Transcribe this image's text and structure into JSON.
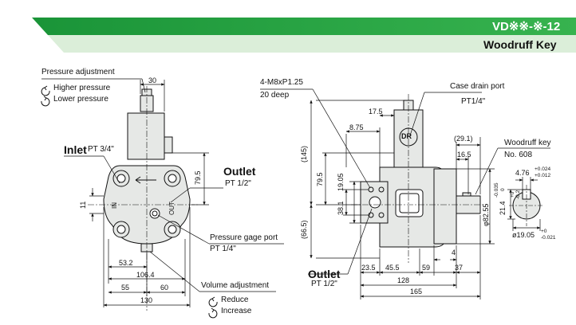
{
  "header": {
    "model_code": "VD※※-※-12",
    "subtitle": "Woodruff Key",
    "accent_color": "#1d9a3c",
    "band_color": "#d9ead3"
  },
  "left_view": {
    "pressure_adjustment": {
      "title": "Pressure adjustment",
      "cw_label": "Higher pressure",
      "ccw_label": "Lower pressure",
      "cw_icon": "clockwise-arrow-icon",
      "ccw_icon": "counterclockwise-arrow-icon"
    },
    "inlet_label": "Inlet",
    "inlet_size": "PT 3/4\"",
    "outlet_label": "Outlet",
    "outlet_size": "PT 1/2\"",
    "in_mark": "IN",
    "out_mark": "OUT",
    "gage_port_label": "Pressure gage port",
    "gage_port_size": "PT 1/4\"",
    "volume_adjustment": {
      "title": "Volume adjustment",
      "cw_label": "Reduce",
      "ccw_label": "Increase"
    },
    "dims": {
      "top_width": "30",
      "outlet_height": "79.5",
      "inlet_height": "11",
      "d_53_2": "53.2",
      "d_106_4": "106.4",
      "d_55": "55",
      "d_60": "60",
      "d_130": "130"
    }
  },
  "right_view": {
    "tap_callout": "4-M8xP1.25",
    "tap_depth": "20 deep",
    "drain_label": "Case drain port",
    "drain_size": "PT1/4\"",
    "dr_mark": "DR",
    "outlet_label": "Outlet",
    "outlet_size": "PT 1/2\"",
    "dims": {
      "d_17_5": "17.5",
      "d_8_75": "8.75",
      "d_145": "(145)",
      "d_79_5": "79.5",
      "d_19_05": "19.05",
      "d_38_1": "38.1",
      "d_66_5": "(66.5)",
      "d_29_1": "(29.1)",
      "d_16_5": "16.5",
      "d_82_55": "φ82.55",
      "d_82_55_tol_a": "-0.035",
      "d_82_55_tol_b": "0",
      "d_23_5": "23.5",
      "d_45_5": "45.5",
      "d_59": "59",
      "d_4": "4",
      "d_37": "37",
      "d_128": "128",
      "d_165": "165"
    }
  },
  "key_detail": {
    "title": "Woodruff key",
    "part_no": "No. 608",
    "key_width": "4.76",
    "key_width_tol_a": "+0.024",
    "key_width_tol_b": "+0.012",
    "key_height": "21.4",
    "key_height_tol_a": "+0",
    "key_height_tol_b": "-0.2",
    "shaft_dia": "ø19.05",
    "shaft_dia_tol_a": "+0",
    "shaft_dia_tol_b": "-0.021"
  }
}
